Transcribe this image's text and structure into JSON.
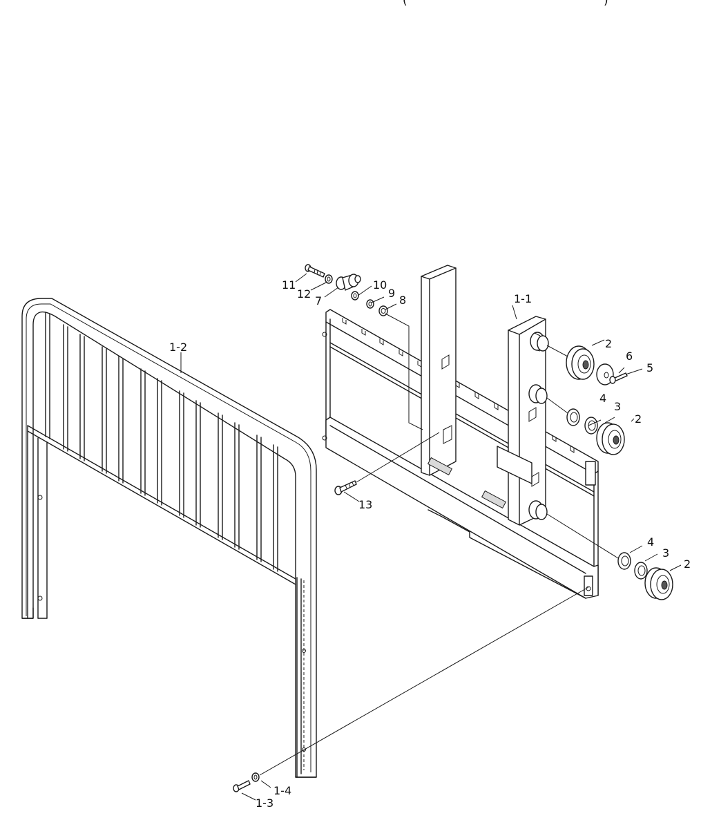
{
  "header_fragment": "(",
  "header_fragment_end": ")",
  "callouts": {
    "c_1_1": "1-1",
    "c_1_2": "1-2",
    "c_1_3": "1-3",
    "c_1_4": "1-4",
    "c_2a": "2",
    "c_2b": "2",
    "c_2c": "2",
    "c_3a": "3",
    "c_3b": "3",
    "c_4a": "4",
    "c_4b": "4",
    "c_5": "5",
    "c_6": "6",
    "c_7": "7",
    "c_8": "8",
    "c_9": "9",
    "c_10": "10",
    "c_11": "11",
    "c_12": "12",
    "c_13": "13"
  }
}
